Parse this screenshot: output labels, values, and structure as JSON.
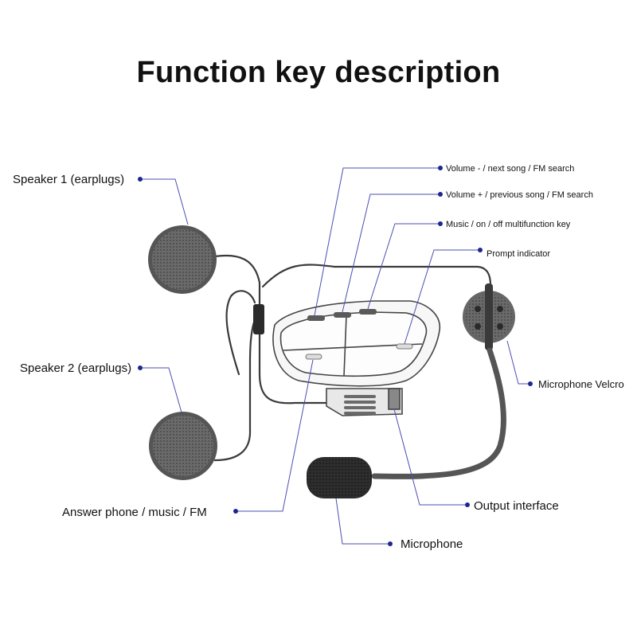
{
  "title": "Function key description",
  "labels": {
    "speaker1": "Speaker 1 (earplugs)",
    "speaker2": "Speaker 2 (earplugs)",
    "answer": "Answer phone / music / FM",
    "volume_minus": "Volume - / next song / FM search",
    "volume_plus": "Volume + / previous song / FM search",
    "multifunction": "Music / on / off multifunction key",
    "prompt": "Prompt indicator",
    "mic_velcro": "Microphone Velcro",
    "output": "Output interface",
    "microphone": "Microphone"
  },
  "colors": {
    "leader": "#4a4fb0",
    "dot": "#1c2590",
    "speaker_fill": "#6e6e6e",
    "device_outline": "#444444"
  }
}
